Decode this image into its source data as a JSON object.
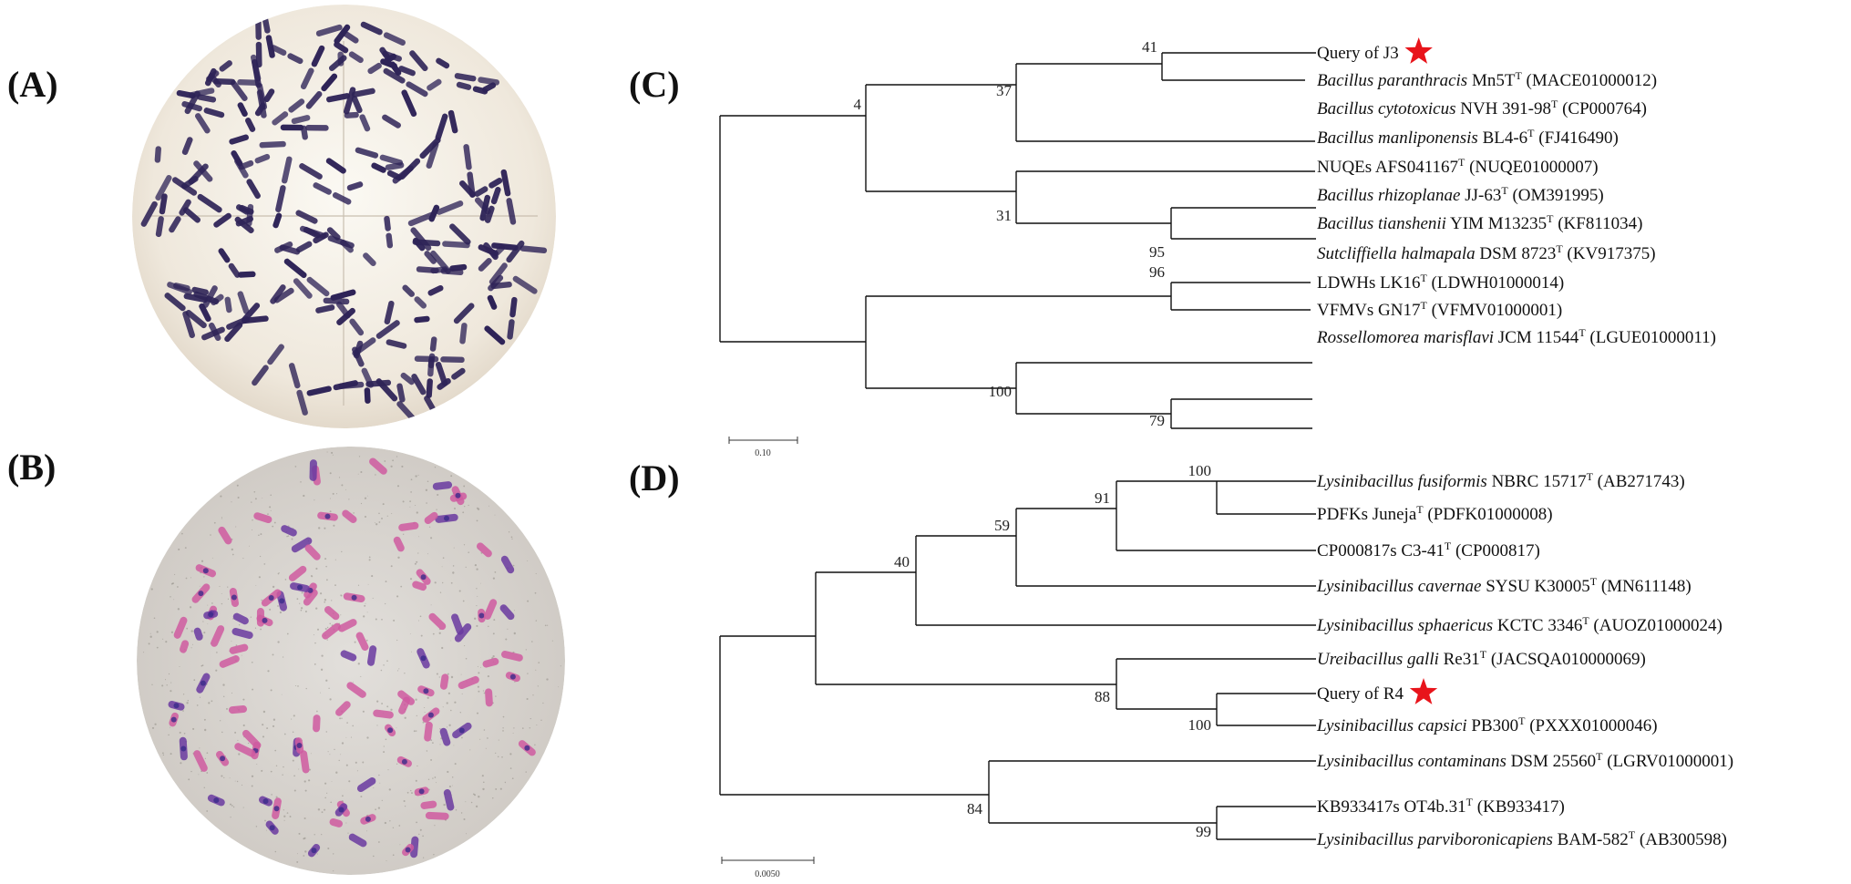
{
  "panels": {
    "A": {
      "label": "(A)"
    },
    "B": {
      "label": "(B)"
    },
    "C": {
      "label": "(C)",
      "scale_label": "0.10",
      "bootstrap": [
        "41",
        "37",
        "4",
        "31",
        "95",
        "96",
        "100",
        "79"
      ],
      "taxa": [
        {
          "italic": "",
          "rest": "Query of J3",
          "sup": "",
          "acc": "",
          "star": true
        },
        {
          "italic": "Bacillus paranthracis",
          "rest": " Mn5T",
          "sup": "T",
          "acc": " (MACE01000012)",
          "star": false
        },
        {
          "italic": "Bacillus cytotoxicus",
          "rest": " NVH 391-98",
          "sup": "T",
          "acc": " (CP000764)",
          "star": false
        },
        {
          "italic": "Bacillus manliponensis",
          "rest": " BL4-6",
          "sup": "T",
          "acc": " (FJ416490)",
          "star": false
        },
        {
          "italic": "",
          "rest": "NUQEs AFS041167",
          "sup": "T",
          "acc": " (NUQE01000007)",
          "star": false
        },
        {
          "italic": "Bacillus rhizoplanae",
          "rest": " JJ-63",
          "sup": "T",
          "acc": " (OM391995)",
          "star": false
        },
        {
          "italic": "Bacillus tianshenii",
          "rest": " YIM M13235",
          "sup": "T",
          "acc": " (KF811034)",
          "star": false
        },
        {
          "italic": "Sutcliffiella halmapala",
          "rest": " DSM 8723",
          "sup": "T",
          "acc": " (KV917375)",
          "star": false
        },
        {
          "italic": "",
          "rest": "LDWHs LK16",
          "sup": "T",
          "acc": " (LDWH01000014)",
          "star": false
        },
        {
          "italic": "",
          "rest": "VFMVs GN17",
          "sup": "T",
          "acc": " (VFMV01000001)",
          "star": false
        },
        {
          "italic": "Rossellomorea marisflavi",
          "rest": " JCM 11544",
          "sup": "T",
          "acc": " (LGUE01000011)",
          "star": false
        }
      ]
    },
    "D": {
      "label": "(D)",
      "scale_label": "0.0050",
      "bootstrap": [
        "100",
        "91",
        "59",
        "40",
        "88",
        "100",
        "84",
        "99"
      ],
      "taxa": [
        {
          "italic": "Lysinibacillus fusiformis",
          "rest": " NBRC 15717",
          "sup": "T",
          "acc": " (AB271743)",
          "star": false
        },
        {
          "italic": "",
          "rest": "PDFKs Juneja",
          "sup": "T",
          "acc": " (PDFK01000008)",
          "star": false
        },
        {
          "italic": "",
          "rest": "CP000817s C3-41",
          "sup": "T",
          "acc": " (CP000817)",
          "star": false
        },
        {
          "italic": "Lysinibacillus cavernae",
          "rest": " SYSU K30005",
          "sup": "T",
          "acc": " (MN611148)",
          "star": false
        },
        {
          "italic": "Lysinibacillus sphaericus",
          "rest": " KCTC 3346",
          "sup": "T",
          "acc": " (AUOZ01000024)",
          "star": false
        },
        {
          "italic": "Ureibacillus galli",
          "rest": " Re31",
          "sup": "T",
          "acc": " (JACSQA010000069)",
          "star": false
        },
        {
          "italic": "",
          "rest": "Query of R4",
          "sup": "",
          "acc": "",
          "star": true
        },
        {
          "italic": "Lysinibacillus capsici",
          "rest": " PB300",
          "sup": "T",
          "acc": " (PXXX01000046)",
          "star": false
        },
        {
          "italic": "Lysinibacillus contaminans",
          "rest": " DSM 25560",
          "sup": "T",
          "acc": " (LGRV01000001)",
          "star": false
        },
        {
          "italic": "",
          "rest": "KB933417s OT4b.31",
          "sup": "T",
          "acc": " (KB933417)",
          "star": false
        },
        {
          "italic": "Lysinibacillus parviboronicapiens",
          "rest": " BAM-582",
          "sup": "T",
          "acc": " (AB300598)",
          "star": false
        }
      ]
    }
  },
  "colors": {
    "star": "#e8141b",
    "branch": "#111111",
    "rod_purple": "#2e2357",
    "rod_pink": "#cf5aa0",
    "bg_A": "#f1ece3",
    "bg_B": "#d9d5cf"
  }
}
